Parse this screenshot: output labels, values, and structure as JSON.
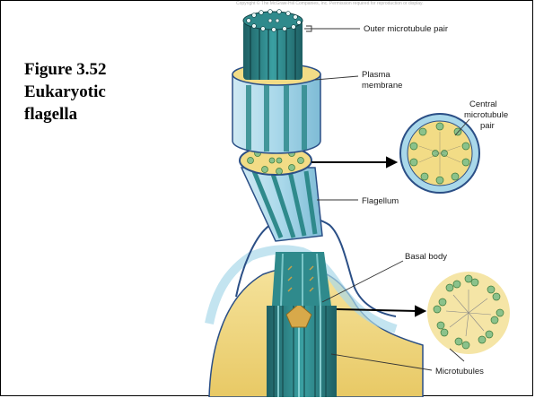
{
  "title_lines": [
    "Figure 3.52",
    "Eukaryotic",
    "flagella"
  ],
  "copyright": "Copyright © The McGraw-Hill Companies, Inc. Permission required for reproduction or display.",
  "labels": {
    "outer_pair": "Outer microtubule pair",
    "plasma1": "Plasma",
    "plasma2": "membrane",
    "central1": "Central",
    "central2": "microtubule",
    "central3": "pair",
    "flagellum": "Flagellum",
    "basal": "Basal body",
    "microtubules": "Microtubules"
  },
  "colors": {
    "teal_dark": "#1e5f63",
    "teal": "#2f8a8c",
    "teal_light": "#7cc6c8",
    "membrane_blue": "#a9d8ea",
    "membrane_outline": "#2b4f86",
    "yellow": "#f2dc86",
    "bead_green": "#8bc28b"
  }
}
